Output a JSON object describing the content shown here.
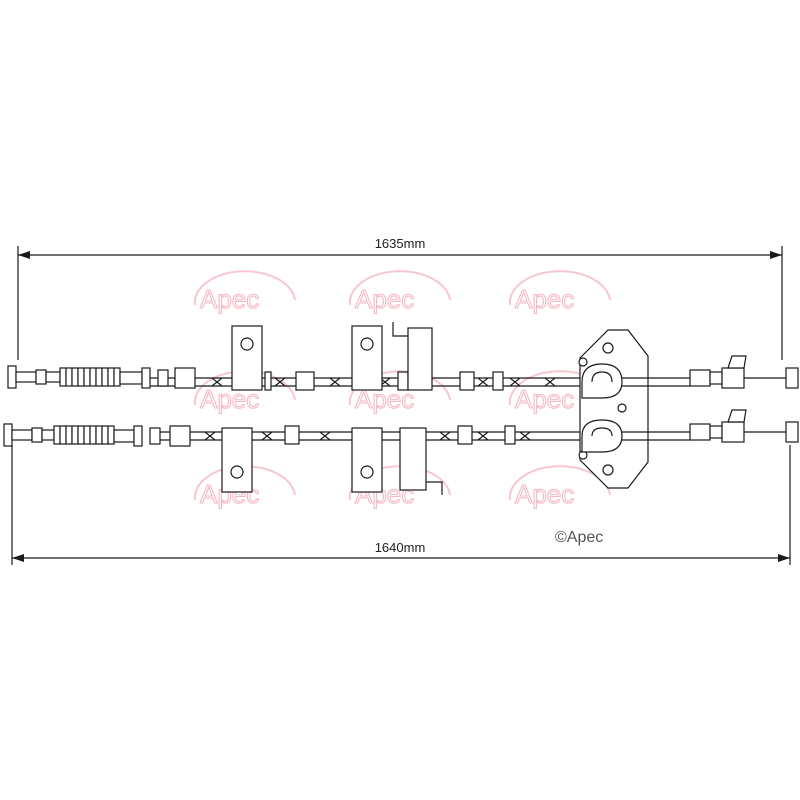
{
  "dimensions": {
    "top_length": "1635mm",
    "bottom_length": "1640mm"
  },
  "watermark": {
    "text": "Apec",
    "color": "#f4b9c3"
  },
  "copyright": "©Apec",
  "colors": {
    "line": "#1a1a1a",
    "background": "#ffffff"
  }
}
